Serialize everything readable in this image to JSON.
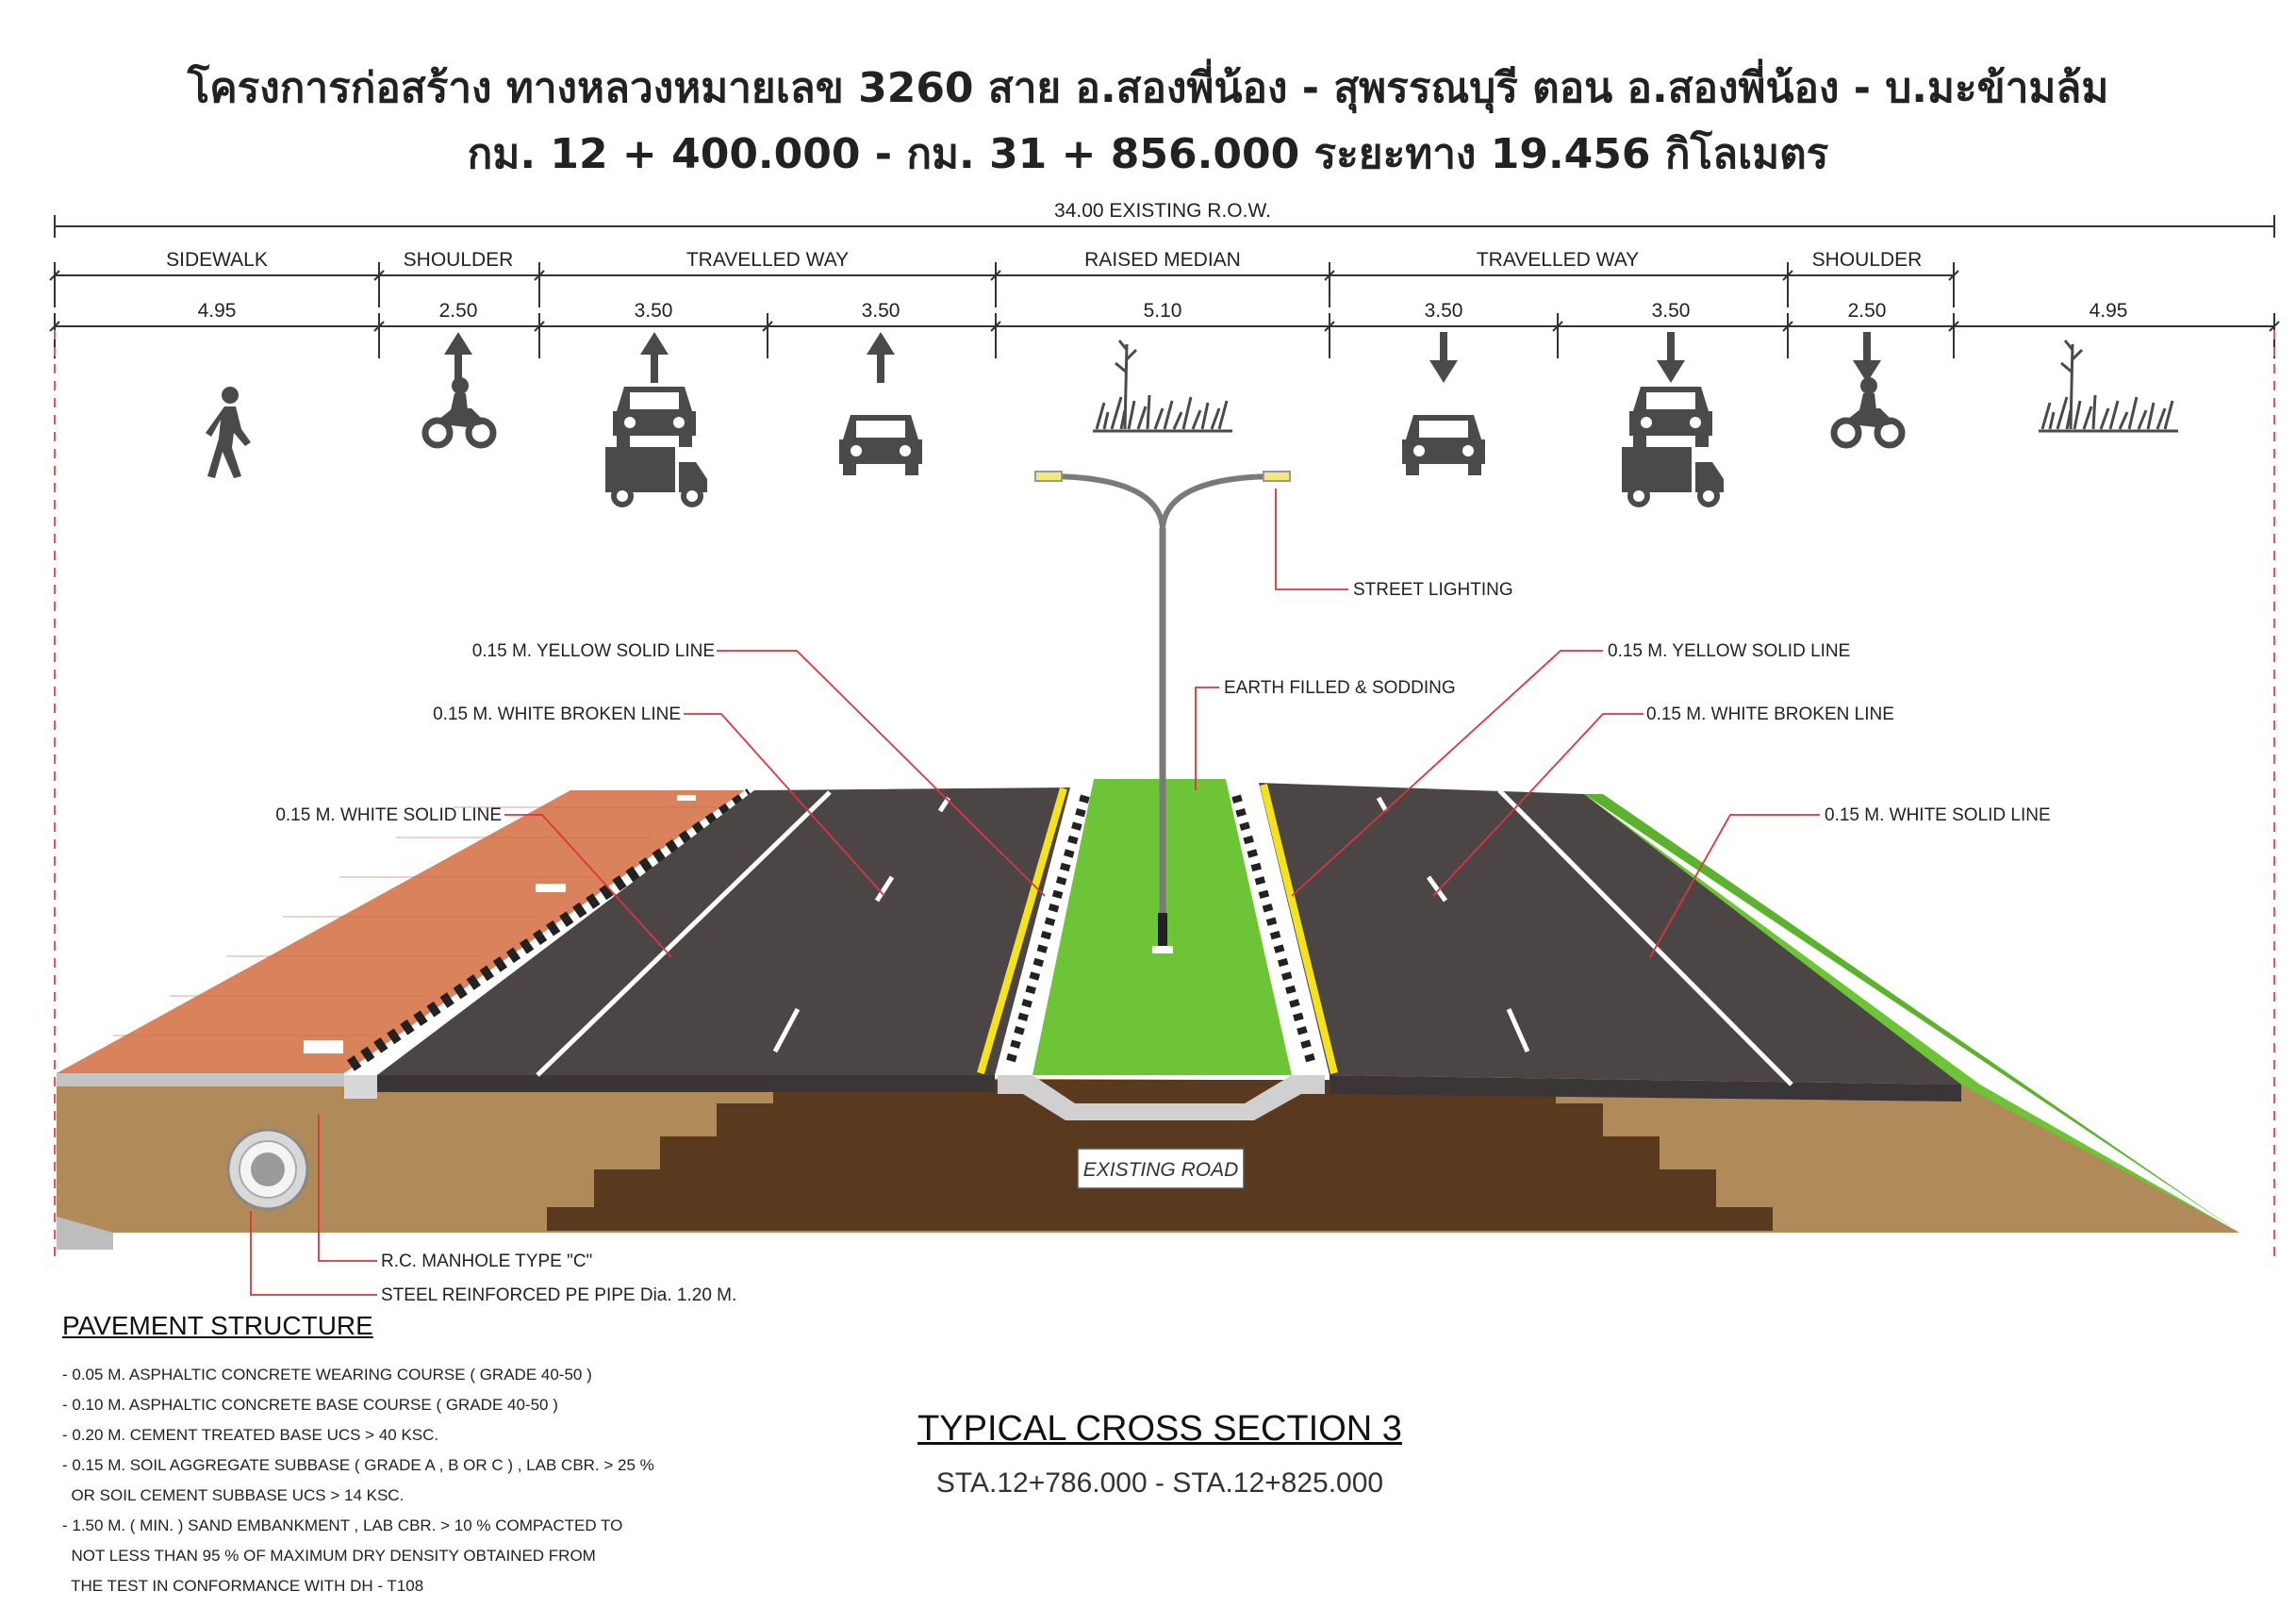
{
  "title": {
    "line1": "โครงการก่อสร้าง ทางหลวงหมายเลข 3260  สาย อ.สองพี่น้อง - สุพรรณบุรี ตอน อ.สองพี่น้อง - บ.มะข้ามล้ม",
    "line2": "กม. 12 + 400.000 - กม. 31 + 856.000 ระยะทาง 19.456 กิโลเมตร"
  },
  "row_width_label": "34.00 EXISTING R.O.W.",
  "zones": [
    {
      "label": "SIDEWALK"
    },
    {
      "label": "SHOULDER"
    },
    {
      "label": "TRAVELLED WAY"
    },
    {
      "label": "RAISED MEDIAN"
    },
    {
      "label": "TRAVELLED WAY"
    },
    {
      "label": "SHOULDER"
    }
  ],
  "widths": [
    "4.95",
    "2.50",
    "3.50",
    "3.50",
    "5.10",
    "3.50",
    "3.50",
    "2.50",
    "4.95"
  ],
  "callouts": {
    "street_lighting": "STREET LIGHTING",
    "yellow_left": "0.15 M. YELLOW SOLID LINE",
    "yellow_right": "0.15 M. YELLOW SOLID LINE",
    "earth_filled": "EARTH FILLED & SODDING",
    "white_broken_left": "0.15 M. WHITE BROKEN LINE",
    "white_broken_right": "0.15 M. WHITE BROKEN LINE",
    "white_solid_left": "0.15 M. WHITE SOLID LINE",
    "white_solid_right": "0.15 M. WHITE SOLID LINE",
    "manhole": "R.C. MANHOLE TYPE \"C\"",
    "pipe": "STEEL REINFORCED PE PIPE Dia. 1.20 M.",
    "existing_road": "EXISTING ROAD"
  },
  "pavement": {
    "title": "PAVEMENT STRUCTURE",
    "items": [
      "- 0.05 M. ASPHALTIC CONCRETE WEARING COURSE ( GRADE 40-50 )",
      "- 0.10 M. ASPHALTIC CONCRETE BASE COURSE ( GRADE 40-50 )",
      "- 0.20 M. CEMENT TREATED BASE UCS > 40 KSC.",
      "- 0.15 M. SOIL AGGREGATE SUBBASE ( GRADE A , B OR C ) , LAB CBR. > 25 %",
      "  OR SOIL CEMENT SUBBASE UCS > 14 KSC.",
      "- 1.50 M. ( MIN. ) SAND EMBANKMENT , LAB CBR. > 10 % COMPACTED TO",
      "  NOT LESS THAN 95 % OF MAXIMUM DRY DENSITY OBTAINED FROM",
      "  THE TEST IN CONFORMANCE WITH DH - T108"
    ]
  },
  "section": {
    "title": "TYPICAL CROSS SECTION 3",
    "station": "STA.12+786.000 - STA.12+825.000"
  },
  "colors": {
    "asphalt": "#4b4546",
    "grass": "#6cc436",
    "sidewalk": "#d9825c",
    "soil_fill": "#b08a59",
    "soil_existing": "#5a3a1e",
    "yellow_line": "#f5e21b",
    "leader": "#d9363e",
    "icon": "#4a4a4a"
  },
  "icons": [
    "pedestrian-icon",
    "motorcycle-icon",
    "car-icon",
    "truck-icon",
    "grass-icon",
    "arrow-up-icon",
    "arrow-down-icon",
    "street-lamp-icon"
  ]
}
